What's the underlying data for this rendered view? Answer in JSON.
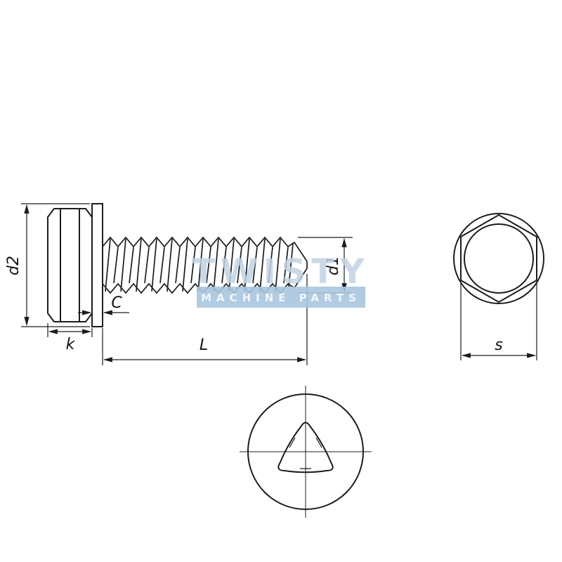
{
  "drawing": {
    "dimension_labels": {
      "d2": "d2",
      "k": "k",
      "c": "C",
      "l": "L",
      "d1": "d1",
      "s": "s"
    },
    "watermark": {
      "title": "TWISTY",
      "subtitle": "MACHINE PARTS"
    },
    "colors": {
      "line_color": "#1c1c1c",
      "watermark_title_color": "#c2d3e2",
      "watermark_band_color": "#a9c6df",
      "watermark_subtitle_color": "#f5f9fc"
    }
  }
}
